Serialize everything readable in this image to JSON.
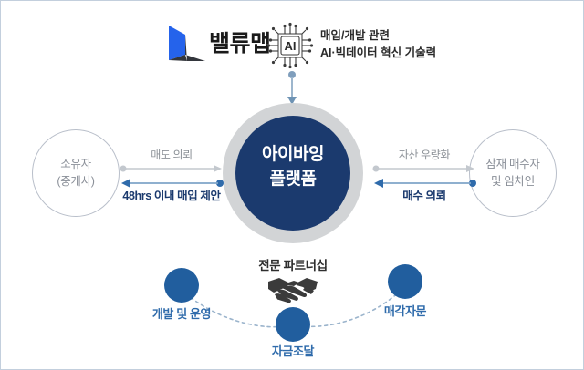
{
  "brand": {
    "wordmark": "밸류맵",
    "logo_icon": "valuemap-logo-mark",
    "logo_color_primary": "#2563eb",
    "logo_color_secondary": "#33363c"
  },
  "ai_badge": {
    "icon": "ai-chip-icon",
    "chip_text": "AI",
    "caption_line1": "매입/개발 관련",
    "caption_line2": "AI·빅데이터 혁신 기술력"
  },
  "hub": {
    "label_line1": "아이바잉",
    "label_line2": "플랫폼",
    "core_color": "#1b3a6e",
    "ring_color": "#d2d4d6"
  },
  "actors": {
    "left": {
      "line1": "소유자",
      "line2": "(중개사)"
    },
    "right": {
      "line1": "잠재 매수자",
      "line2": "및 임차인"
    }
  },
  "flows": {
    "left": {
      "outbound_label": "매도 의뢰",
      "inbound_label": "48hrs 이내 매입 제안"
    },
    "right": {
      "outbound_label": "자산 우량화",
      "inbound_label": "매수 의뢰"
    },
    "muted_color": "#b8bec6",
    "accent_color": "#1b3a6e"
  },
  "partnership": {
    "title": "전문 파트너십",
    "icon": "handshake-icon",
    "node_color": "#215e9e",
    "nodes": [
      {
        "label": "개발 및 운영"
      },
      {
        "label": "자금조달"
      },
      {
        "label": "매각자문"
      }
    ]
  }
}
